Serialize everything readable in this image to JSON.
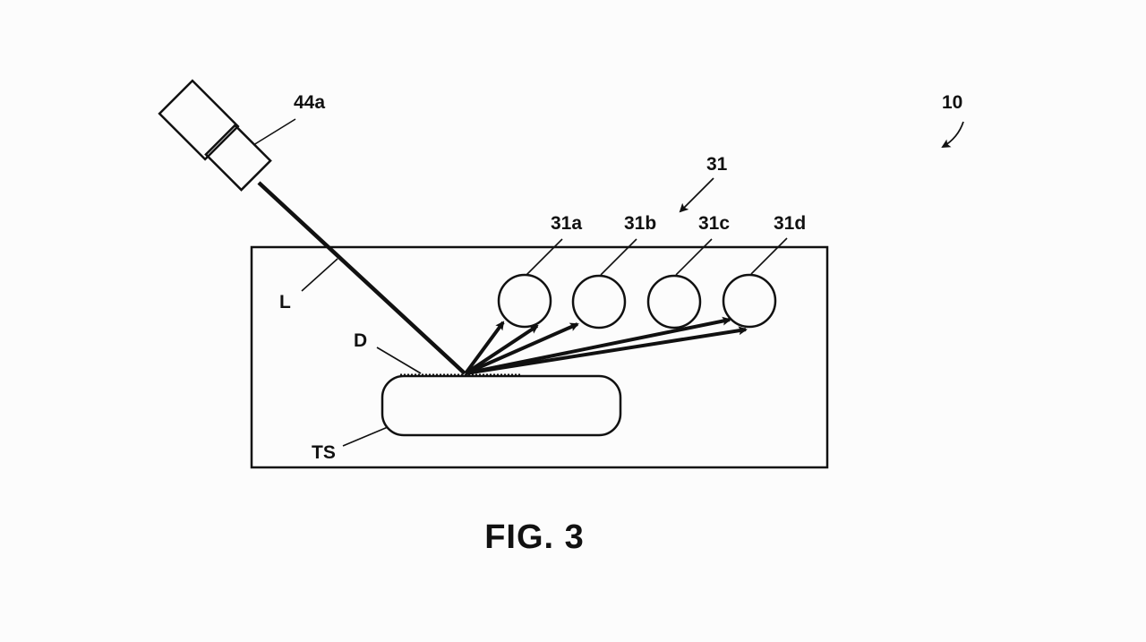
{
  "figure": {
    "caption": "FIG. 3",
    "labels": {
      "system": "10",
      "light_source": "44a",
      "detector_array": "31",
      "detector_a": "31a",
      "detector_b": "31b",
      "detector_c": "31c",
      "detector_d": "31d",
      "light_beam": "L",
      "debris": "D",
      "target_surface": "TS"
    },
    "colors": {
      "ink": "#111111",
      "background": "#fcfcfc"
    }
  }
}
